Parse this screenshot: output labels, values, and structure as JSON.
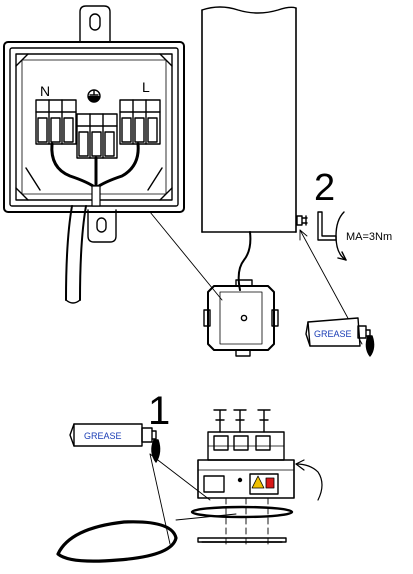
{
  "junction_box": {
    "terminal_left_label": "N",
    "terminal_right_label": "L"
  },
  "step2": {
    "number": "2",
    "torque_label": "MA=3Nm",
    "grease_label": "GREASE"
  },
  "step1": {
    "number": "1",
    "grease_label": "GREASE"
  },
  "colors": {
    "line": "#000000",
    "grease_text": "#1a3db5",
    "warning_red": "#d81818",
    "warning_yellow": "#f0c000"
  }
}
